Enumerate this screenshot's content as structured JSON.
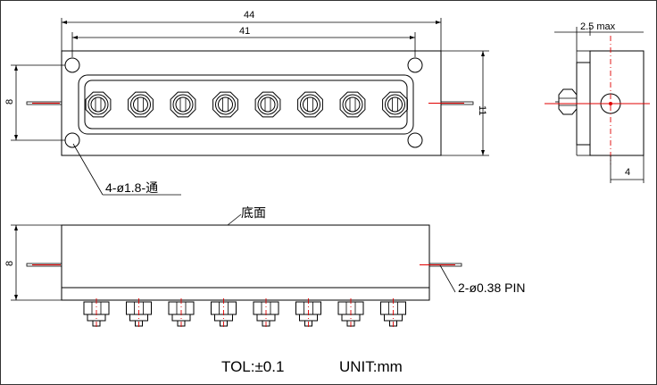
{
  "front_view": {
    "dim_overall_width": "44",
    "dim_hole_pitch": "41",
    "dim_height": "11",
    "dim_hole_vertical": "8",
    "mount_holes_note": "4-ø1.8-通",
    "connector_count": 8
  },
  "side_view": {
    "dim_max_thickness": "2.5 max",
    "dim_depth": "4"
  },
  "bottom_view": {
    "label": "底面",
    "dim_height": "8",
    "pin_note": "2-ø0.38  PIN",
    "connector_count": 8
  },
  "footer": {
    "tolerance": "TOL:±0.1",
    "unit": "UNIT:mm"
  }
}
